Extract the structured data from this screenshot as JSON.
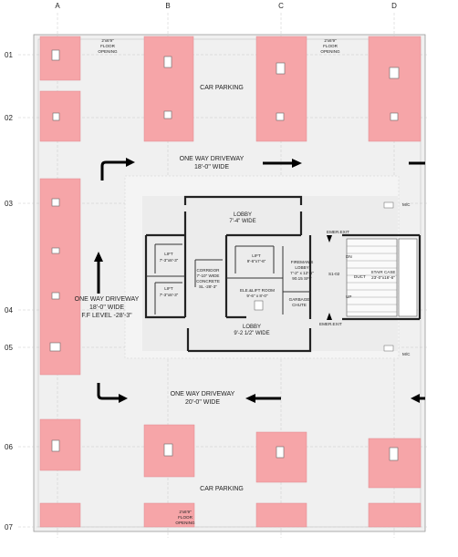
{
  "grid": {
    "columns": [
      "A",
      "B",
      "C",
      "D"
    ],
    "rows": [
      "01",
      "02",
      "03",
      "04",
      "05",
      "06",
      "07"
    ]
  },
  "labels": {
    "opening_top_left": [
      "2'x6'9\"",
      "FLOOR",
      "OPENING"
    ],
    "opening_top_right": [
      "2'x6'9\"",
      "FLOOR",
      "OPENING"
    ],
    "opening_bottom": [
      "2'x6'9\"",
      "FLOOR",
      "OPENING"
    ],
    "car_parking_top": "CAR PARKING",
    "car_parking_bottom": "CAR PARKING",
    "driveway_top": [
      "ONE WAY DRIVEWAY",
      "18'-0\" WIDE"
    ],
    "driveway_left": [
      "ONE WAY DRIVEWAY",
      "18'-0\" WIDE",
      "F.F LEVEL -28'-3\""
    ],
    "driveway_bottom": [
      "ONE WAY DRIVEWAY",
      "20'-0\" WIDE"
    ],
    "lobby_top": [
      "LOBBY",
      "7'-4\" WIDE"
    ],
    "lobby_bottom": [
      "LOBBY",
      "9'-2 1/2\" WIDE"
    ],
    "lift1": [
      "LIFT",
      "7'-3\"x8'-3\""
    ],
    "lift2": [
      "LIFT",
      "7'-3\"x8'-3\""
    ],
    "lift3": [
      "LIFT",
      "9'-6\"x7'-6\""
    ],
    "corridor": [
      "CORRIDOR",
      "7'-10\" WIDE",
      "CONCRETE",
      "SL -28'-3\""
    ],
    "elec_lift_room": [
      "ELE.&LIFT ROOM",
      "9'-6\" x 8'-0\""
    ],
    "firemans_lobby": [
      "FIREMAN'S",
      "LOBBY",
      "7'-2\" x 12'-6\"",
      "90.15 SFT"
    ],
    "garbage_chute": [
      "GARBAGE",
      "CHUTE"
    ],
    "emer_exit_top": "EMER.EXIT",
    "emer_exit_bottom": "EMER.EXIT",
    "s1_02": "S1-02",
    "duct": "DUCT",
    "staircase": [
      "STAIR CASE",
      "23'-0\"x16'-6\""
    ],
    "dn": "DN",
    "up": "UP",
    "mc_top": "M/C",
    "mc_bottom": "M/C"
  },
  "colors": {
    "parking_fill": "#f6a5a8",
    "driveway_fill": "#efefef",
    "wall": "#222222"
  }
}
